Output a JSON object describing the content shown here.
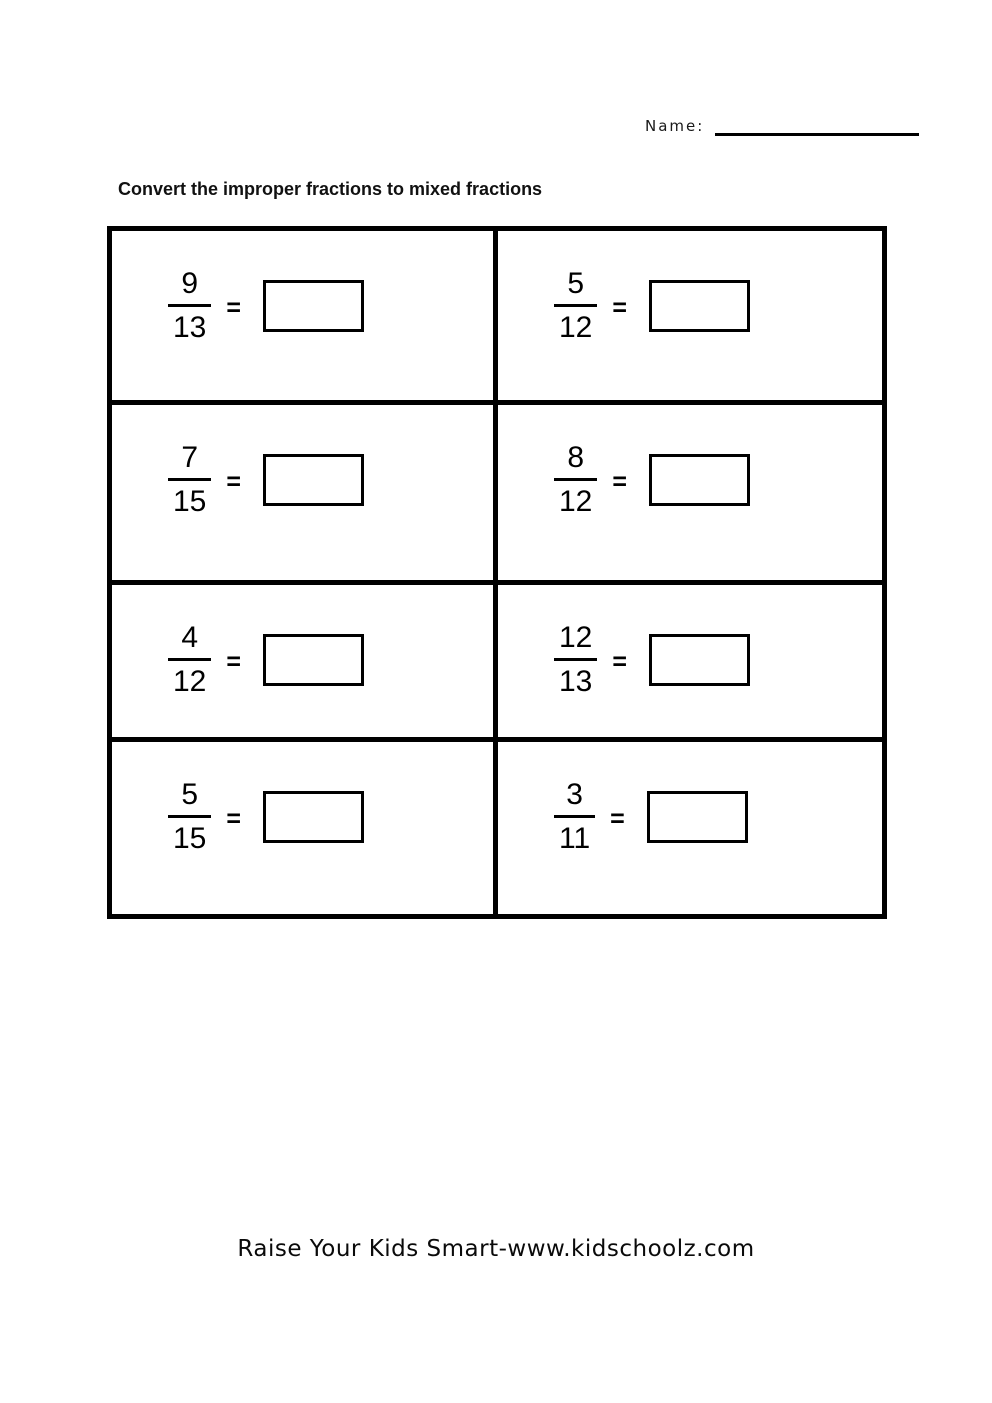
{
  "header": {
    "name_label": "Name:",
    "title": "Convert the improper fractions to mixed fractions"
  },
  "symbols": {
    "equals": "="
  },
  "problems": [
    {
      "numerator": "9",
      "denominator": "13"
    },
    {
      "numerator": "5",
      "denominator": "12"
    },
    {
      "numerator": "7",
      "denominator": "15"
    },
    {
      "numerator": "8",
      "denominator": "12"
    },
    {
      "numerator": "4",
      "denominator": "12"
    },
    {
      "numerator": "12",
      "denominator": "13"
    },
    {
      "numerator": "5",
      "denominator": "15"
    },
    {
      "numerator": "3",
      "denominator": "11"
    }
  ],
  "footer": {
    "text": "Raise Your Kids Smart-www.kidschoolz.com"
  },
  "colors": {
    "ink": "#000000",
    "background": "#ffffff"
  }
}
